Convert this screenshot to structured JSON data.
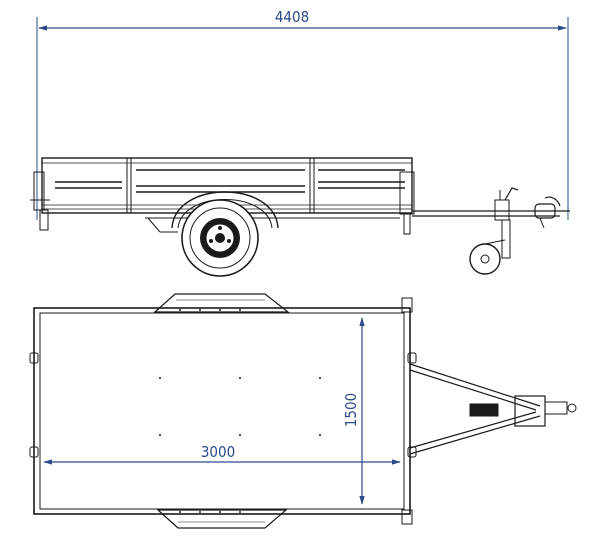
{
  "dimensions": {
    "overall_length": "4408",
    "box_length": "3000",
    "box_width": "1500"
  },
  "colors": {
    "dimension": "#2a4a8a",
    "line": "#1a1a1a",
    "background": "#ffffff"
  }
}
